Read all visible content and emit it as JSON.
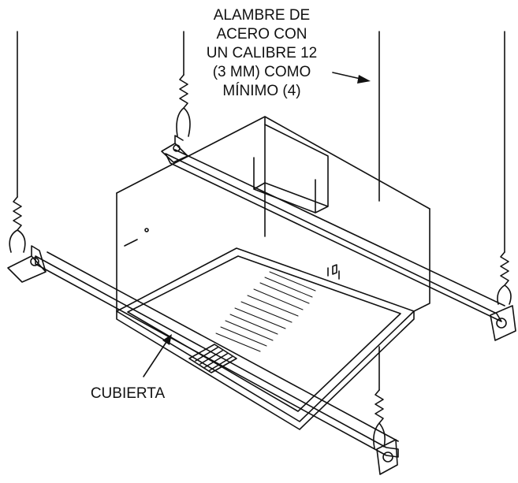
{
  "callouts": {
    "wire": {
      "lines": [
        "ALAMBRE DE",
        "ACERO CON",
        "UN CALIBRE 12",
        "(3 MM) COMO",
        "MÍNIMO (4)"
      ]
    },
    "cover": {
      "label": "CUBIERTA"
    }
  },
  "colors": {
    "line": "#111111",
    "background": "#ffffff"
  }
}
